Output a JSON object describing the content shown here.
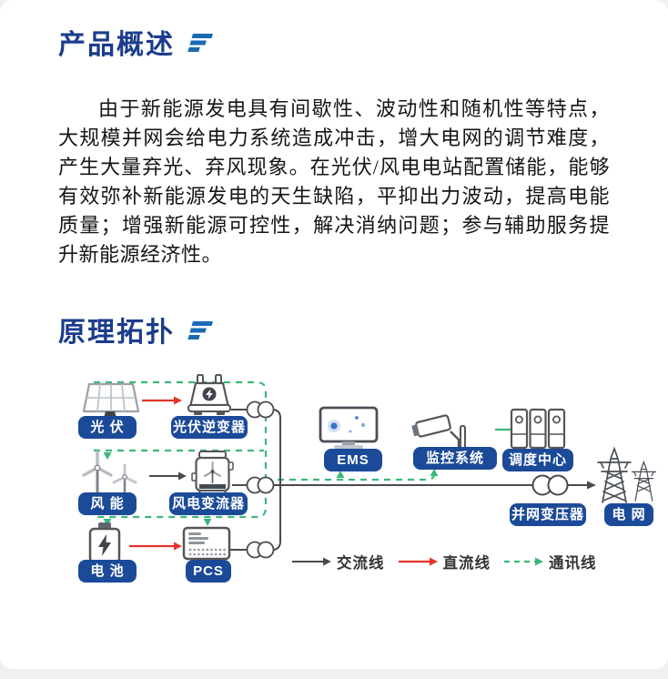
{
  "sections": {
    "overview_title": "产品概述",
    "topology_title": "原理拓扑"
  },
  "overview": {
    "paragraph": "由于新能源发电具有间歇性、波动性和随机性等特点，大规模并网会给电力系统造成冲击，增大电网的调节难度，产生大量弃光、弃风现象。在光伏/风电电站配置储能，能够有效弥补新能源发电的天生缺陷，平抑出力波动，提高电能质量；增强新能源可控性，解决消纳问题；参与辅助服务提升新能源经济性。"
  },
  "diagram": {
    "nodes": {
      "pv": "光 伏",
      "pv_inverter": "光伏逆变器",
      "wind": "风 能",
      "wind_converter": "风电变流器",
      "battery": "电 池",
      "pcs": "PCS",
      "ems": "EMS",
      "monitoring": "监控系统",
      "dispatch": "调度中心",
      "grid_transformer": "并网变压器",
      "grid": "电 网"
    },
    "legend": [
      {
        "label": "交流线",
        "line": "solid",
        "color": "#4a4a4a"
      },
      {
        "label": "直流线",
        "line": "solid",
        "color": "#e2342b"
      },
      {
        "label": "通讯线",
        "line": "dashed",
        "color": "#3cb878"
      }
    ]
  },
  "colors": {
    "heading": "#1b3c8c",
    "accent_bars": "#1a6ab5",
    "pill_background": "#1b4a99",
    "ac_line": "#4a4a4a",
    "dc_line": "#e2342b",
    "comm_line": "#3cb878"
  }
}
